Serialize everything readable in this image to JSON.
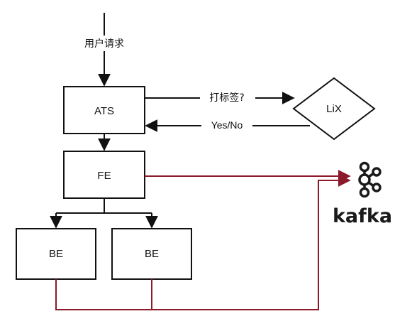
{
  "nodes": {
    "ats": "ATS",
    "fe": "FE",
    "be_left": "BE",
    "be_right": "BE",
    "lix": "LiX"
  },
  "edges": {
    "user_request": "用户请求",
    "tag_question": "打标签?",
    "yes_no": "Yes/No"
  },
  "kafka": {
    "wordmark": "kafka",
    "icon": "kafka-logo-icon"
  },
  "colors": {
    "stroke": "#111111",
    "kafka_flow": "#8b1a2b"
  }
}
